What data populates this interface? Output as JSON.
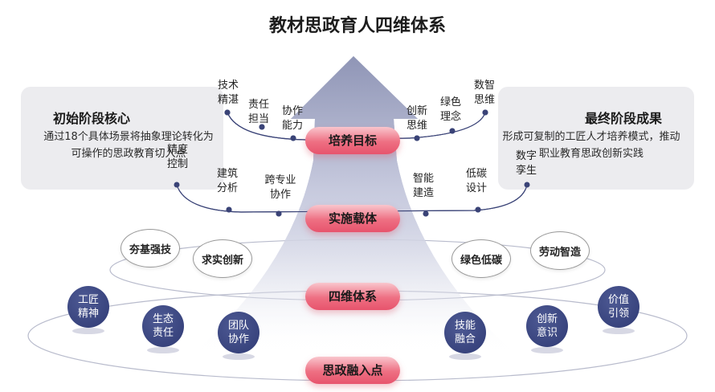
{
  "title": "教材思政育人四维体系",
  "left_panel": {
    "heading": "初始阶段核心",
    "body": "通过18个具体场景将抽象理论转化为可操作的思政教育切入点"
  },
  "right_panel": {
    "heading": "最终阶段成果",
    "body": "形成可复制的工匠人才培养模式，推动职业教育思政创新实践"
  },
  "pills": [
    "培养目标",
    "实施载体",
    "四维体系",
    "思政融入点"
  ],
  "goal_labels": [
    "技术精湛",
    "责任担当",
    "协作能力",
    "创新思维",
    "绿色理念",
    "数智思维"
  ],
  "carrier_labels": [
    "精度控制",
    "建筑分析",
    "跨专业协作",
    "智能建造",
    "低碳设计",
    "数字孪生"
  ],
  "dimensions": [
    "夯基强技",
    "求实创新",
    "绿色低碳",
    "劳动智造"
  ],
  "points": [
    "工匠精神",
    "生态责任",
    "团队协作",
    "技能融合",
    "创新意识",
    "价值引领"
  ],
  "colors": {
    "accent_pink": "#e7546d",
    "navy": "#2f3a74",
    "arrow": "#9fa5c3",
    "panel": "#ececef"
  }
}
